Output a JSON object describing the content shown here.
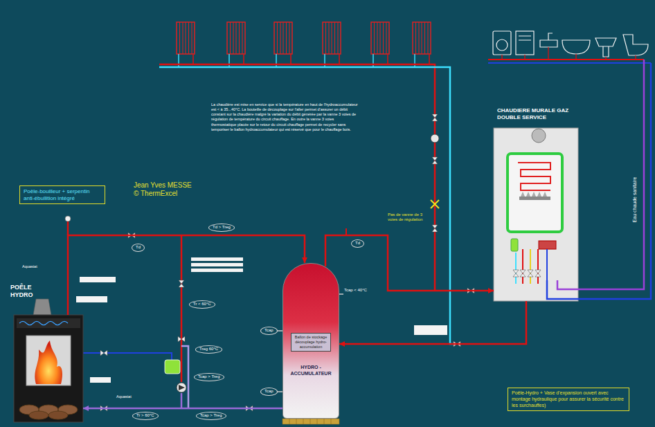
{
  "diagram": {
    "nodes": [
      {
        "text": [
          "Poêle-bouilleur + serpentin anti-ébullition intégré"
        ]
      },
      {
        "text": [
          "POÊLE HYDRO"
        ]
      },
      {
        "text": [
          "Td > Treg"
        ]
      },
      {
        "text": [
          "Td"
        ]
      },
      {
        "text": [
          "Td"
        ]
      },
      {
        "text": [
          "Tr < 60°C"
        ]
      },
      {
        "text": [
          "Tcap"
        ]
      },
      {
        "text": [
          "HYDRO - ACCUMULATEUR"
        ]
      },
      {
        "text": [
          "Ballon de stockage découplage hydro-accumulation"
        ],
        "in": 7
      },
      {
        "text": [
          "Treg 60°C"
        ]
      },
      {
        "text": [
          "Tcap > Treg"
        ]
      },
      {
        "text": [
          "Tcap"
        ]
      },
      {
        "text": [
          "Tr > 60°C"
        ]
      },
      {
        "text": [
          "Tcap > Treg"
        ]
      },
      {
        "text": [
          "CHAUDIERE MURALE GAZ DOUBLE SERVICE"
        ]
      },
      {
        "text": [
          "Poêle-Hydro + Vase d'expansion ouvert avec montage hydraulique pour assurer la sécurité contre les surchauffes)"
        ]
      }
    ],
    "edges": [
      {
        "from": 1,
        "to": 7,
        "arrow": "to"
      },
      {
        "from": 7,
        "to": 1,
        "arrow": "to"
      },
      {
        "from": 7,
        "to": 14,
        "arrow": "to"
      },
      {
        "from": 14,
        "to": 7,
        "arrow": "to"
      }
    ],
    "labels": [
      "La chaudière est mise en service que si la température en haut de l'hydroaccumulateur est < à 35...40°C. La bouteille de découplage sur l'aller permet d'assurer un débit constant sur la chaudière malgré la variation du débit générée par la vanne 3 voies de régulation de température du circuit chauffage. En outre la vanne 3 voies thermostatique placée sur le retour du circuit chauffage permet de recycler sans temporiser le ballon hydroaccumulateur qui est réservé que pour le chauffage bois.",
      "Jean Yves MESSE © ThermExcel",
      "Pas de vanne de 3 voies de régulation",
      "Aquastat",
      "Aquastat",
      "Tcap < 40°C",
      "Eau chaude sanitaire"
    ]
  }
}
